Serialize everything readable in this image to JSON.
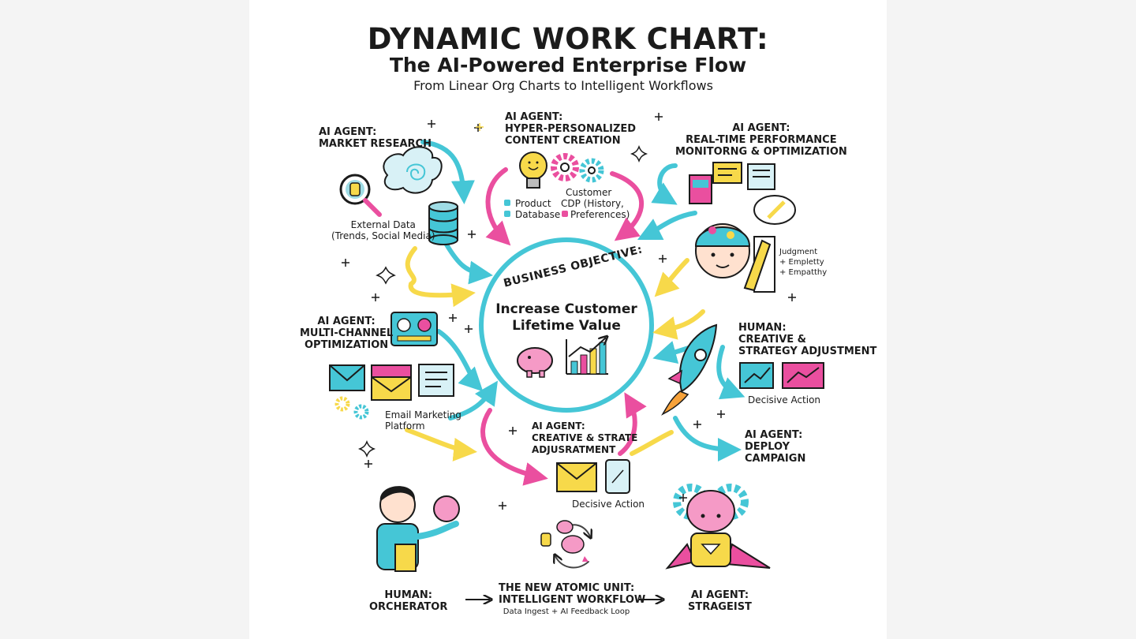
{
  "header": {
    "title": "DYNAMIC WORK CHART:",
    "subtitle": "The AI-Powered Enterprise Flow",
    "tagline": "From Linear Org Charts to Intelligent Workflows"
  },
  "center": {
    "heading": "BUSINESS OBJECTIVE:",
    "line1": "Increase Customer",
    "line2": "Lifetime Value"
  },
  "nodes": {
    "market_research": {
      "line1": "AI AGENT:",
      "line2": "MARKET RESEARCH"
    },
    "external_data": {
      "line1": "External Data",
      "line2": "(Trends, Social Media)"
    },
    "content_creation": {
      "line1": "AI AGENT:",
      "line2": "HYPER-PERSONALIZED",
      "line3": "CONTENT CREATION"
    },
    "product_db": {
      "line1": "Product",
      "line2": "Database"
    },
    "customer_cdp": {
      "line1": "Customer",
      "line2": "CDP (History,",
      "line3": "Preferences)"
    },
    "performance": {
      "line1": "AI AGENT:",
      "line2": "REAL-TIME PERFORMANCE",
      "line3": "MONITORNG & OPTIMIZATION"
    },
    "judgment": {
      "line1": "Judgment",
      "line2": "+ Empletty",
      "line3": "+ Empatthy"
    },
    "multichannel": {
      "line1": "AI AGENT:",
      "line2": "MULTI-CHANNEL",
      "line3": "OPTIMIZATION"
    },
    "email_platform": {
      "line1": "Email Marketing",
      "line2": "Platform"
    },
    "human_creative": {
      "line1": "HUMAN:",
      "line2": "CREATIVE &",
      "line3": "STRATEGY ADJUSTMENT"
    },
    "decisive_action_right": {
      "label": "Decisive Action"
    },
    "creative_strategy": {
      "line1": "AI AGENT:",
      "line2": "CREATIVE & STRATE",
      "line3": "ADJUSRATMENT"
    },
    "decisive_action_bottom": {
      "label": "Decisive Action"
    },
    "deploy": {
      "line1": "AI AGENT:",
      "line2": "DEPLOY",
      "line3": "CAMPAIGN"
    },
    "orchestrator": {
      "line1": "HUMAN:",
      "line2": "ORCHERATOR"
    },
    "atomic_unit": {
      "line1": "THE NEW ATOMIC UNIT:",
      "line2": "INTELLIGENT WORKFLOW",
      "line3": "Data Ingest + AI Feedback Loop"
    },
    "strategist": {
      "line1": "AI AGENT:",
      "line2": "STRAGEIST"
    }
  },
  "colors": {
    "cyan": "#45c6d6",
    "pink": "#ea4f9f",
    "yellow": "#f7d94a",
    "ink": "#1b1b1b",
    "page": "#ffffff",
    "backdrop": "#f4f4f4"
  },
  "icons": [
    "magnifier-icon",
    "brain-cloud-icon",
    "database-icon",
    "lightbulb-icon",
    "gear-icon",
    "dashboard-icon",
    "chat-bubble-icon",
    "envelope-icon",
    "tablet-icon",
    "piggy-bank-icon",
    "bar-chart-icon",
    "rocket-icon",
    "pencil-icon",
    "brain-icon",
    "sparkle-icon"
  ]
}
